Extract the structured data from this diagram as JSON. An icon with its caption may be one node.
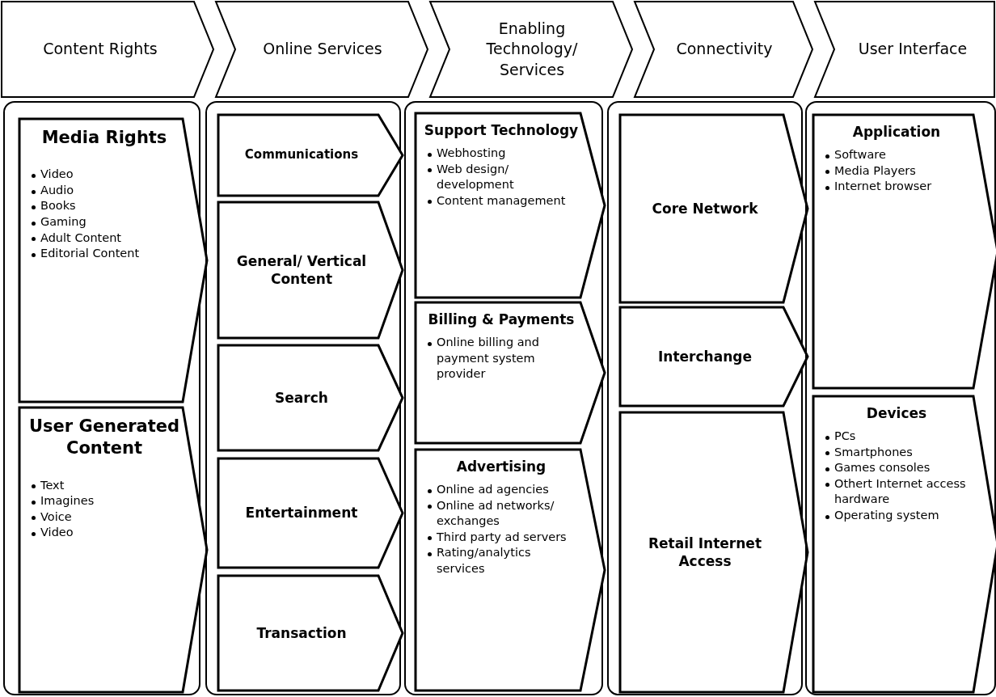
{
  "diagram": {
    "nodes": [
      {
        "text": [
          "Content Rights"
        ]
      },
      {
        "text": [
          "Online Services"
        ]
      },
      {
        "text": [
          "Enabling Technology/ Services"
        ]
      },
      {
        "text": [
          "Connectivity"
        ]
      },
      {
        "text": [
          "User Interface"
        ]
      },
      {
        "text": [],
        "shape": "box"
      },
      {
        "text": [
          "Media Rights",
          "Video",
          "Audio",
          "Books",
          "Gaming",
          "Adult Content",
          "Editorial Content"
        ],
        "in": 5
      },
      {
        "text": [
          "User Generated Content",
          "Text",
          "Imagines",
          "Voice",
          "Video"
        ],
        "in": 5
      },
      {
        "text": [],
        "shape": "box"
      },
      {
        "text": [
          "Communications"
        ],
        "in": 8
      },
      {
        "text": [
          "General/ Vertical Content"
        ],
        "in": 8
      },
      {
        "text": [
          "Search"
        ],
        "in": 8
      },
      {
        "text": [
          "Entertainment"
        ],
        "in": 8
      },
      {
        "text": [
          "Transaction"
        ],
        "in": 8
      },
      {
        "text": [],
        "shape": "box"
      },
      {
        "text": [
          "Support Technology",
          "Webhosting",
          "Web design/ development",
          "Content management"
        ],
        "in": 14
      },
      {
        "text": [
          "Billing & Payments",
          "Online billing and payment system provider"
        ],
        "in": 14
      },
      {
        "text": [
          "Advertising",
          "Online ad agencies",
          "Online ad networks/ exchanges",
          "Third party ad servers",
          "Rating/analytics services"
        ],
        "in": 14
      },
      {
        "text": [],
        "shape": "box"
      },
      {
        "text": [
          "Core Network"
        ],
        "in": 18
      },
      {
        "text": [
          "Interchange"
        ],
        "in": 18
      },
      {
        "text": [
          "Retail Internet Access"
        ],
        "in": 18
      },
      {
        "text": [],
        "shape": "box"
      },
      {
        "text": [
          "Application",
          "Software",
          "Media Players",
          "Internet browser"
        ],
        "in": 22
      },
      {
        "text": [
          "Devices",
          "PCs",
          "Smartphones",
          "Games consoles",
          "Othert Internet access hardware",
          "Operating system"
        ],
        "in": 22
      }
    ],
    "edges": []
  }
}
